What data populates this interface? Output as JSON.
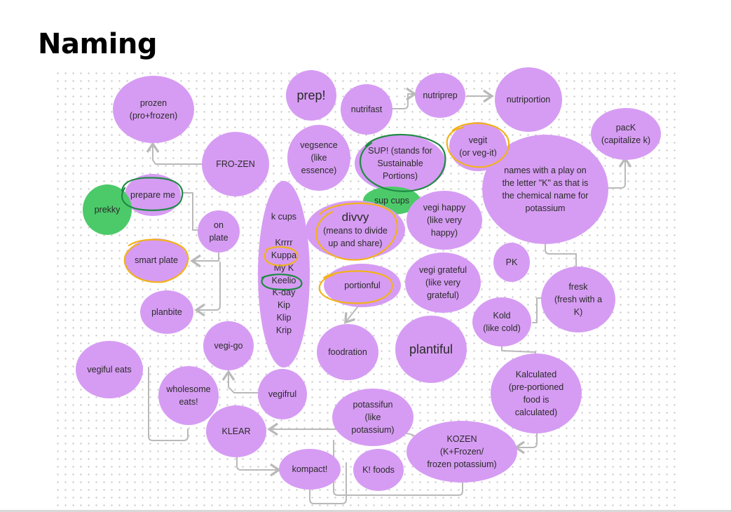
{
  "title": "Naming",
  "nodes": {
    "prozen": "prozen\n(pro+frozen)",
    "prep": "prep!",
    "nutrifast": "nutrifast",
    "nutriprep": "nutriprep",
    "nutriportion": "nutriportion",
    "pack": "pacK\n(capitalize k)",
    "frozen": "FRO-ZEN",
    "vegsence": "vegsence\n(like\nessence)",
    "sup": "SUP! (stands for\nSustainable\nPortions)",
    "vegit": "vegit\n(or veg-it)",
    "names_k": "names with a play on\nthe letter \"K\" as that is\nthe chemical name for\npotassium",
    "prepare_me": "prepare me",
    "prekky": "prekky",
    "sup_cups": "sup cups",
    "on_plate": "on\nplate",
    "divvy_title": "divvy",
    "divvy_sub": "(means to divide\nup and share)",
    "vegi_happy": "vegi happy\n(like very\nhappy)",
    "smart_plate": "smart plate",
    "pk": "PK",
    "portionful": "portionful",
    "vegi_grateful": "vegi grateful\n(like very\ngrateful)",
    "fresk": "fresk\n(fresh with a\nK)",
    "planbite": "planbite",
    "kold": "Kold\n(like cold)",
    "vegi_go": "vegi-go",
    "foodration": "foodration",
    "plantiful": "plantiful",
    "vegiful_eats": "vegiful eats",
    "wholesome": "wholesome\neats!",
    "vegifrul": "vegifrul",
    "kalculated": "Kalculated\n(pre-portioned\nfood is\ncalculated)",
    "potassifun": "potassifun\n(like\npotassium)",
    "klear": "KLEAR",
    "kozen": "KOZEN\n(K+Frozen/\nfrozen potassium)",
    "kompact": "kompact!",
    "k_foods": "K! foods"
  },
  "k_list": [
    "k cups",
    "Krrrr",
    "Kuppa",
    "My K",
    "Keelio",
    "K-day",
    "Kip",
    "Klip",
    "Krip"
  ],
  "colors": {
    "bubble": "#d69cf3",
    "green_bubble": "#4cca6a",
    "green_ring": "#1f8a44",
    "yellow_ring": "#f2b21b",
    "arrow": "#b9b9b9"
  }
}
